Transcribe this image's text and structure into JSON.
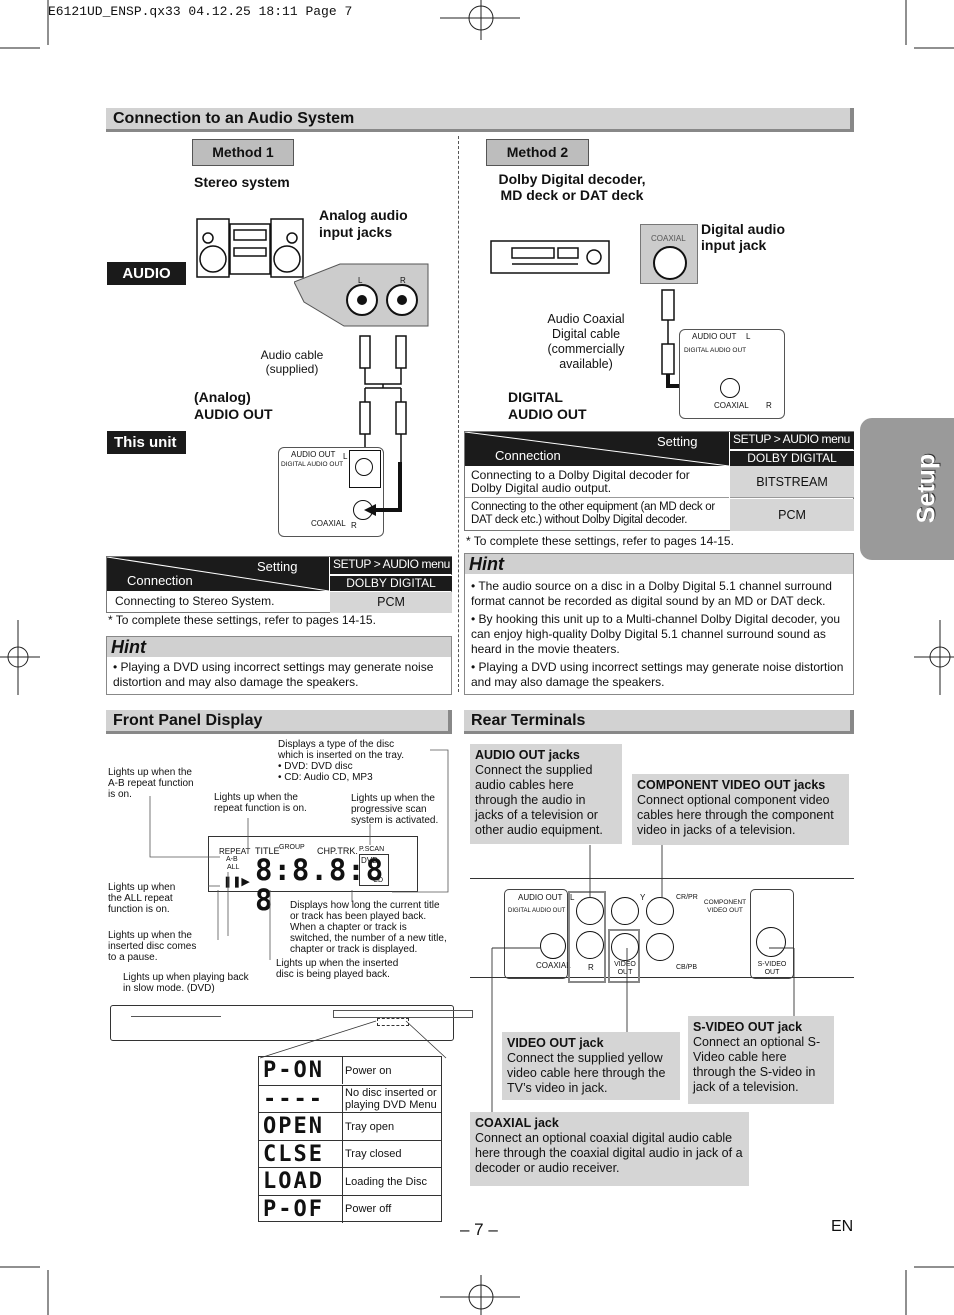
{
  "print_header": "E6121UD_ENSP.qx33  04.12.25 18:11  Page 7",
  "section_audio": "Connection to an Audio System",
  "method1": {
    "label": "Method 1",
    "stereo": "Stereo system",
    "analog_jacks": "Analog audio input jacks",
    "audio_tag": "AUDIO",
    "cable": "Audio cable (supplied)",
    "analog_out_1": "(Analog)",
    "analog_out_2": "AUDIO OUT",
    "this_unit": "This unit",
    "jack_L": "L",
    "jack_R": "R"
  },
  "panel": {
    "audio_out": "AUDIO OUT",
    "digital_audio_out": "DIGITAL AUDIO OUT",
    "coaxial": "COAXIAL",
    "L": "L",
    "R": "R"
  },
  "method2": {
    "label": "Method 2",
    "device_1": "Dolby Digital decoder,",
    "device_2": "MD deck or DAT deck",
    "coaxial_tag": "COAXIAL",
    "digital_jack_1": "Digital audio",
    "digital_jack_2": "input jack",
    "cable_1": "Audio Coaxial",
    "cable_2": "Digital cable",
    "cable_3": "(commercially",
    "cable_4": "available)",
    "out_1": "DIGITAL",
    "out_2": "AUDIO OUT"
  },
  "table1": {
    "setting": "Setting",
    "connection": "Connection",
    "menu": "SETUP > AUDIO menu >",
    "col": "DOLBY DIGITAL",
    "row_label": "Connecting to Stereo System.",
    "row_value": "PCM",
    "note": "* To complete these settings, refer to pages 14-15."
  },
  "table2": {
    "setting": "Setting",
    "connection": "Connection",
    "menu": "SETUP > AUDIO menu >",
    "col": "DOLBY DIGITAL",
    "row1_label": "Connecting to a Dolby Digital decoder for Dolby Digital audio output.",
    "row1_value": "BITSTREAM",
    "row2_label": "Connecting to the other equipment (an MD deck or DAT deck etc.) without Dolby Digital decoder.",
    "row2_value": "PCM",
    "note": "* To complete these settings, refer to pages 14-15."
  },
  "hint_label": "Hint",
  "hint1": [
    "• Playing a DVD using incorrect settings may generate noise distortion and may also damage the speakers."
  ],
  "hint2": [
    "• The audio source on a disc in a Dolby Digital 5.1 channel surround format cannot be recorded as digital sound by an MD or DAT deck.",
    "• By hooking this unit up to a Multi-channel Dolby Digital decoder, you can enjoy high-quality Dolby Digital 5.1 channel surround sound as heard in the movie theaters.",
    "• Playing a DVD using incorrect settings may generate noise distortion and may also damage the speakers."
  ],
  "section_front": "Front Panel Display",
  "front": {
    "disc_type_1": "Displays a type of the disc",
    "disc_type_2": "which is inserted on the tray.",
    "disc_type_3": "• DVD: DVD disc",
    "disc_type_4": "• CD: Audio CD, MP3",
    "ab_1": "Lights up when the",
    "ab_2": "A-B repeat function",
    "ab_3": "is on.",
    "repeat_1": "Lights up when the",
    "repeat_2": "repeat function is on.",
    "pscan_1": "Lights up when the",
    "pscan_2": "progressive scan",
    "pscan_3": "system is activated.",
    "all_1": "Lights up when",
    "all_2": "the ALL repeat",
    "all_3": "function is on.",
    "pause_1": "Lights up when the",
    "pause_2": "inserted disc comes",
    "pause_3": "to a pause.",
    "slow_1": "Lights up when playing back",
    "slow_2": "in slow mode. (DVD)",
    "time_1": "Displays how long the current title",
    "time_2": "or track has been played back.",
    "time_3": " When a chapter or track is",
    "time_4": "switched, the number of a new title,",
    "time_5": "chapter or track is displayed.",
    "play_1": "Lights up when the inserted",
    "play_2": "disc is being played back.",
    "lcd_repeat": "REPEAT",
    "lcd_title": "TITLE",
    "lcd_group": "GROUP",
    "lcd_chp": "CHP.TRK.",
    "lcd_pscan": "P.SCAN",
    "lcd_ab": "A-B",
    "lcd_all": "ALL",
    "lcd_dvd": "DVD",
    "lcd_cd": "CD",
    "lcd_digits": "8:8.8:8 8"
  },
  "display_table": [
    {
      "seg": "P-ON",
      "label": "Power on"
    },
    {
      "seg": "----",
      "label": "No disc inserted or playing DVD Menu"
    },
    {
      "seg": "OPEN",
      "label": "Tray open"
    },
    {
      "seg": "CLSE",
      "label": "Tray closed"
    },
    {
      "seg": "LOAD",
      "label": "Loading the Disc"
    },
    {
      "seg": "P-OF",
      "label": "Power off"
    }
  ],
  "section_rear": "Rear Terminals",
  "rear": {
    "audio_title": "AUDIO OUT jacks",
    "audio_text": "Connect the supplied audio cables here through the audio in jacks of a television or other audio equipment.",
    "comp_title": "COMPONENT VIDEO OUT jacks",
    "comp_text": "Connect optional component video cables here through the component video in jacks of a television.",
    "video_title": "VIDEO OUT jack",
    "video_text": "Connect the supplied yellow video cable here through the TV’s video in jack.",
    "svideo_title": "S-VIDEO OUT jack",
    "svideo_text": "Connect an optional S-Video cable here through the S-video in jack of a television.",
    "coax_title": "COAXIAL jack",
    "coax_text": "Connect an optional coaxial digital audio cable here through the coaxial digital audio in jack of a decoder or audio receiver.",
    "p_audio_out": "AUDIO OUT",
    "p_dao": "DIGITAL AUDIO OUT",
    "p_coaxial": "COAXIAL",
    "p_L": "L",
    "p_R": "R",
    "p_Y": "Y",
    "p_cr": "CR/PR",
    "p_cb": "CB/PB",
    "p_video": "VIDEO OUT",
    "p_comp": "COMPONENT VIDEO OUT",
    "p_svideo": "S-VIDEO OUT"
  },
  "side_tab": "Setup",
  "page_num": "– 7 –",
  "lang": "EN"
}
